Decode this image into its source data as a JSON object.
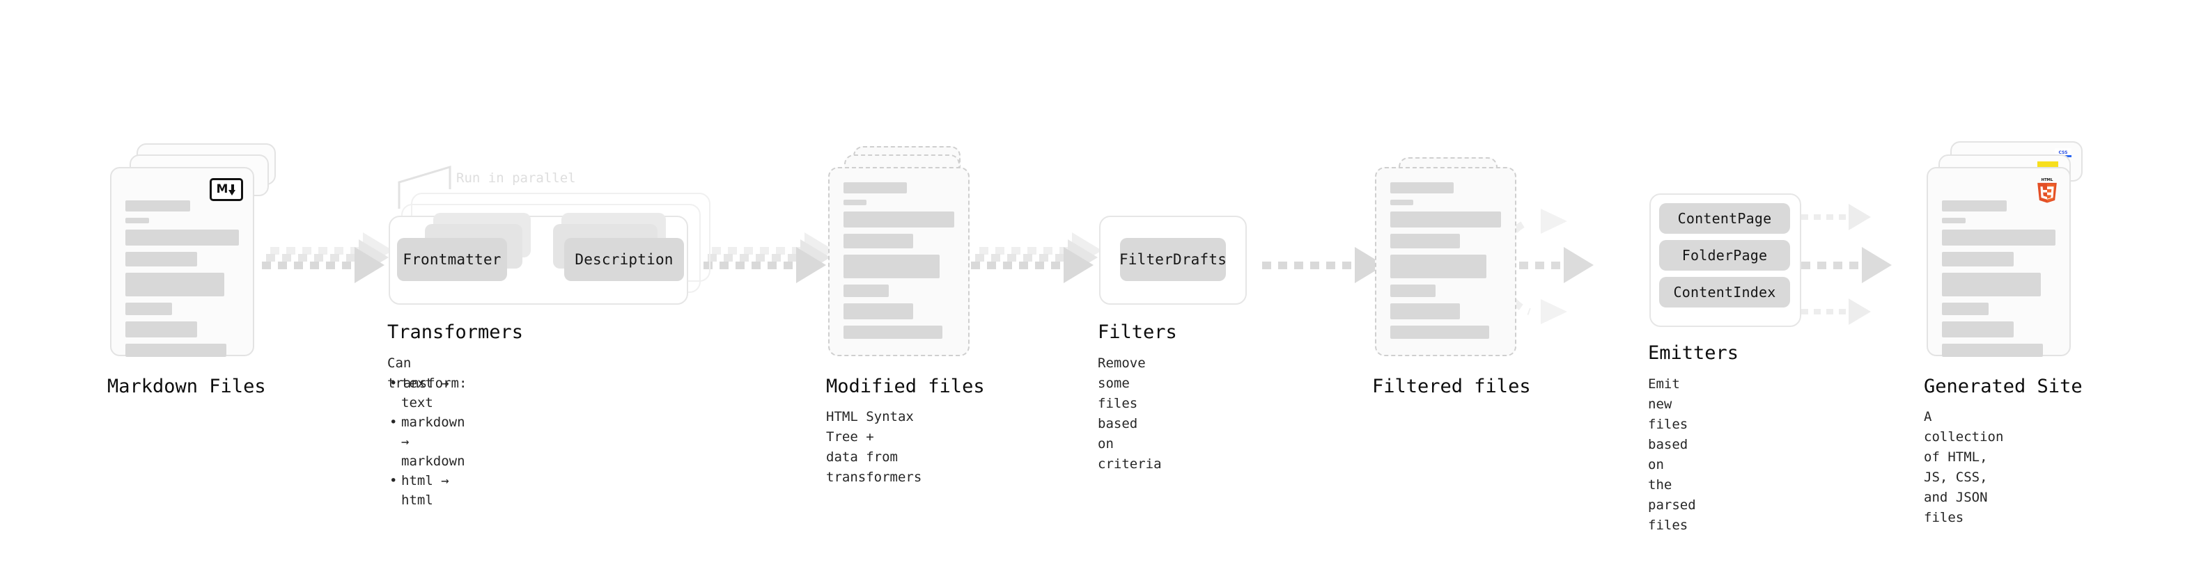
{
  "diagram": {
    "background": "#ffffff",
    "accent_gray": "#d9d9d9",
    "line_gray": "#e3e3e3",
    "text_color": "#0d0d0d"
  },
  "stages": {
    "markdown": {
      "title": "Markdown Files",
      "subtitle": "",
      "badge_icon": "markdown-icon",
      "badge_letter": "M"
    },
    "transformers": {
      "title": "Transformers",
      "subtitle_head": "Can transform:",
      "bullets": [
        "text → text",
        "markdown → markdown",
        "html → html"
      ],
      "annotation": "Run in parallel",
      "pills": [
        "Frontmatter",
        "Description"
      ]
    },
    "modified": {
      "title": "Modified files",
      "subtitle": "HTML Syntax Tree +\ndata from transformers"
    },
    "filters": {
      "title": "Filters",
      "subtitle": "Remove some files based\non criteria",
      "pills": [
        "FilterDrafts"
      ]
    },
    "filtered": {
      "title": "Filtered files",
      "subtitle": ""
    },
    "emitters": {
      "title": "Emitters",
      "subtitle": "Emit new files based on\nthe parsed files",
      "pills": [
        "ContentPage",
        "FolderPage",
        "ContentIndex"
      ]
    },
    "generated": {
      "title": "Generated Site",
      "subtitle": "A collection of HTML,\nJS, CSS, and JSON files",
      "badges": [
        "html5-icon",
        "javascript-icon",
        "css3-icon"
      ],
      "css_badge_label": "CSS"
    }
  }
}
